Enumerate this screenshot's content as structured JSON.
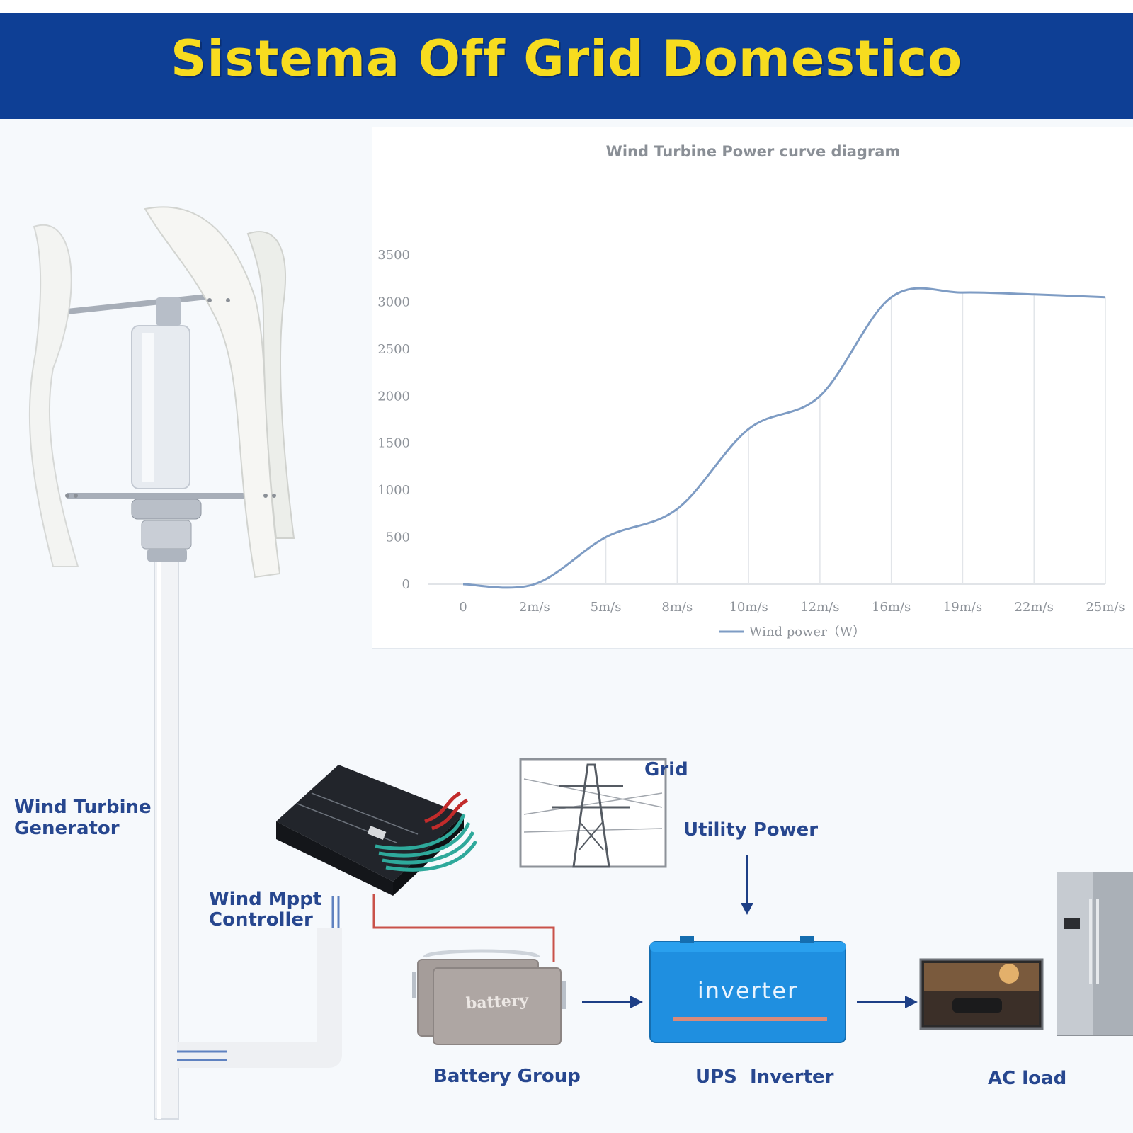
{
  "header": {
    "title": "Sistema Off Grid Domestico"
  },
  "colors": {
    "banner": "#0e3f95",
    "title": "#f7dc1f",
    "label": "#27478f",
    "curve": "#7e9cc4",
    "inverter": "#1f8fe0"
  },
  "chart_data": {
    "type": "line",
    "title": "Wind Turbine Power curve diagram",
    "categories": [
      "0",
      "2m/s",
      "5m/s",
      "8m/s",
      "10m/s",
      "12m/s",
      "16m/s",
      "19m/s",
      "22m/s",
      "25m/s"
    ],
    "series": [
      {
        "name": "Wind power（W）",
        "values": [
          0,
          0,
          500,
          800,
          1650,
          2000,
          3050,
          3100,
          3080,
          3050
        ]
      }
    ],
    "yticks": [
      0,
      500,
      1000,
      1500,
      2000,
      2500,
      3000,
      3500
    ],
    "ylim": [
      0,
      3500
    ],
    "grid": "vertical lines at categories",
    "legend": "bottom-center"
  },
  "diagram": {
    "wind_turbine_label_1": "Wind Turbine",
    "wind_turbine_label_2": "Generator",
    "controller_label_1": "Wind Mppt",
    "controller_label_2": "Controller",
    "grid_label": "Grid",
    "utility_label": "Utility Power",
    "battery_text": "battery",
    "battery_label": "Battery Group",
    "inverter_text": "inverter",
    "inverter_label": "UPS  Inverter",
    "ac_label": "AC load"
  },
  "icons": [
    "wind-turbine-icon",
    "controller-icon",
    "power-tower-icon",
    "battery-icon",
    "inverter-icon",
    "tv-icon",
    "fridge-icon",
    "arrow-icon"
  ]
}
